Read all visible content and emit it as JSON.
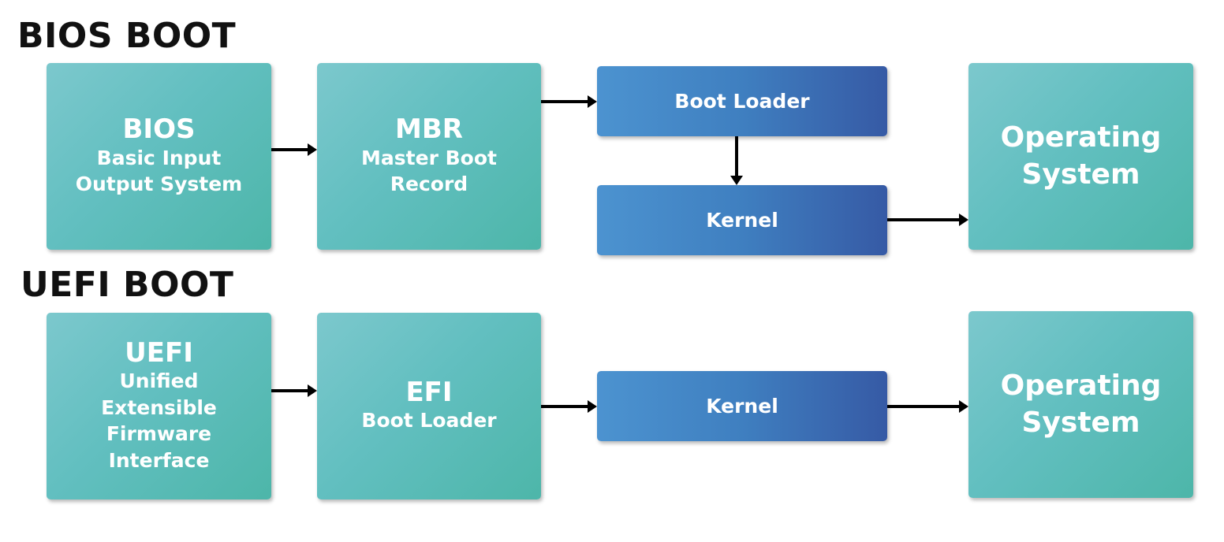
{
  "bios_section": {
    "title": "BIOS BOOT",
    "bios": {
      "title": "BIOS",
      "subtitle": "Basic Input\nOutput System"
    },
    "mbr": {
      "title": "MBR",
      "subtitle": "Master Boot\nRecord"
    },
    "boot_loader": {
      "label": "Boot Loader"
    },
    "kernel": {
      "label": "Kernel"
    },
    "operating_system": {
      "label": "Operating\nSystem"
    }
  },
  "uefi_section": {
    "title": "UEFI BOOT",
    "uefi": {
      "title": "UEFI",
      "subtitle": "Unified\nExtensible\nFirmware\nInterface"
    },
    "efi": {
      "title": "EFI",
      "subtitle": "Boot Loader"
    },
    "kernel": {
      "label": "Kernel"
    },
    "operating_system": {
      "label": "Operating\nSystem"
    }
  },
  "colors": {
    "teal_box": "#62bfc0",
    "blue_box": "#3f7fc0",
    "arrow": "#000000",
    "title_text": "#111111"
  }
}
